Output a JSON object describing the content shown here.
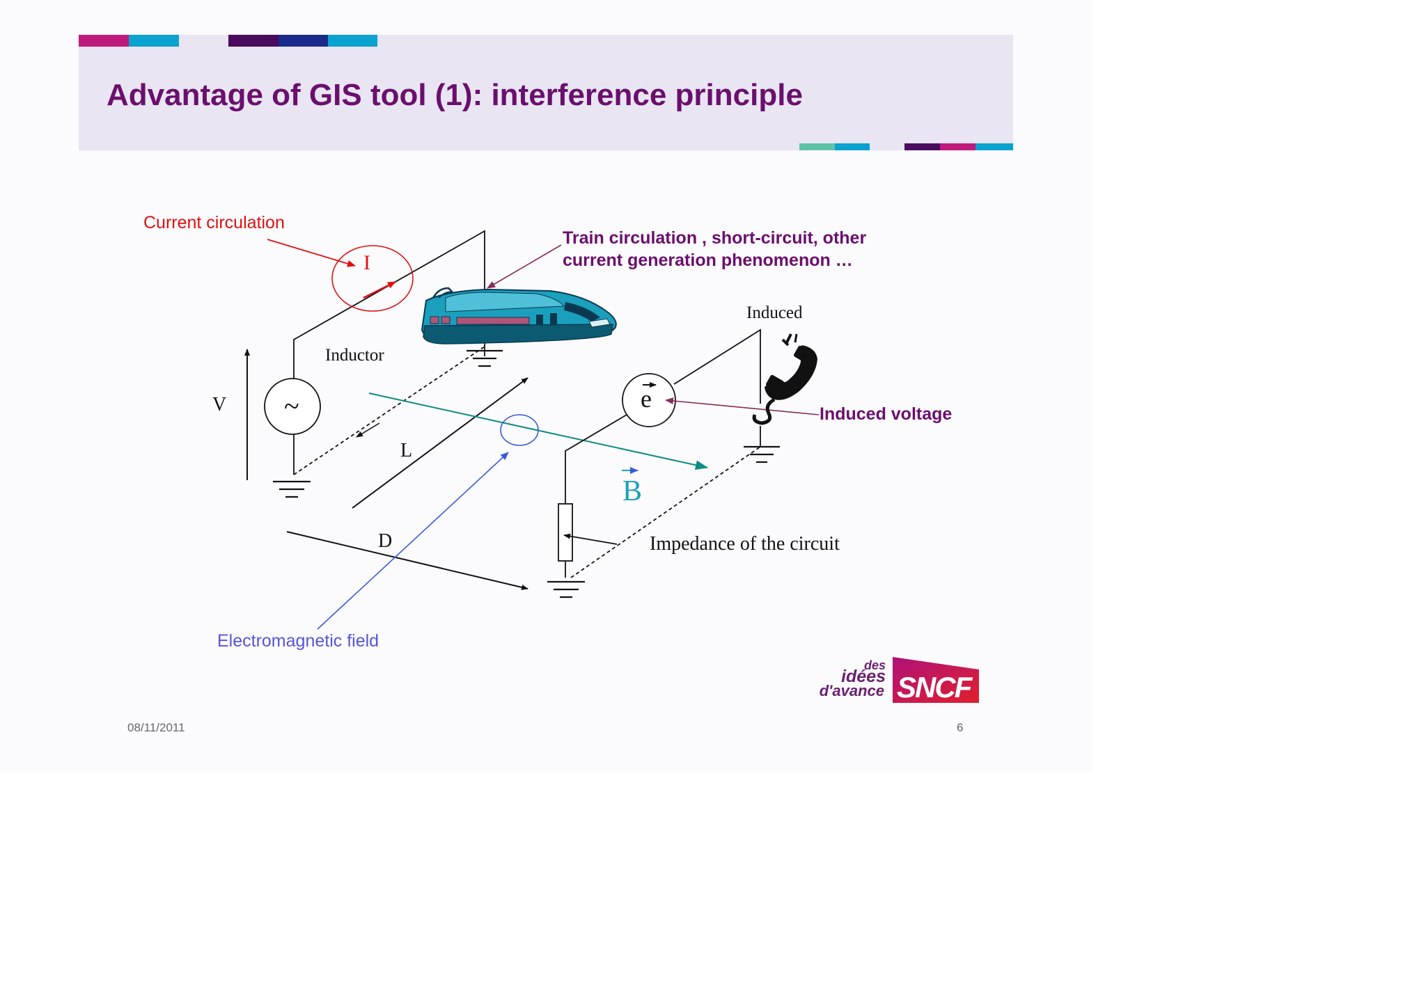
{
  "slide": {
    "title": "Advantage of GIS tool (1): interference principle",
    "date": "08/11/2011",
    "page_number": "6"
  },
  "diagram": {
    "labels": {
      "current_circulation": "Current circulation",
      "train_circulation_line1": "Train circulation , short-circuit, other",
      "train_circulation_line2": "current generation phenomenon …",
      "induced": "Induced",
      "inductor": "Inductor",
      "induced_voltage": "Induced voltage",
      "electromagnetic_field": "Electromagnetic field",
      "impedance": "Impedance of the circuit",
      "symbol_I": "I",
      "symbol_V": "V",
      "symbol_L": "L",
      "symbol_D": "D",
      "symbol_e": "e",
      "symbol_B": "B",
      "generator_symbol": "~"
    }
  },
  "logo": {
    "tagline_1": "des",
    "tagline_2": "idées",
    "tagline_3": "d'avance",
    "brand": "SNCF"
  },
  "colors": {
    "title": "#6a0f6d",
    "current": "#e01010",
    "field": "#5555dd",
    "teal": "#0e8b84",
    "purple_label": "#6a0f6d",
    "header_band": "#e9e5f3",
    "stripe_magenta": "#c0197c",
    "stripe_cyan": "#0aa2cf",
    "stripe_purple": "#4a0a5e",
    "stripe_navy": "#1a2a8a",
    "stripe_mint": "#5ec3a6"
  }
}
